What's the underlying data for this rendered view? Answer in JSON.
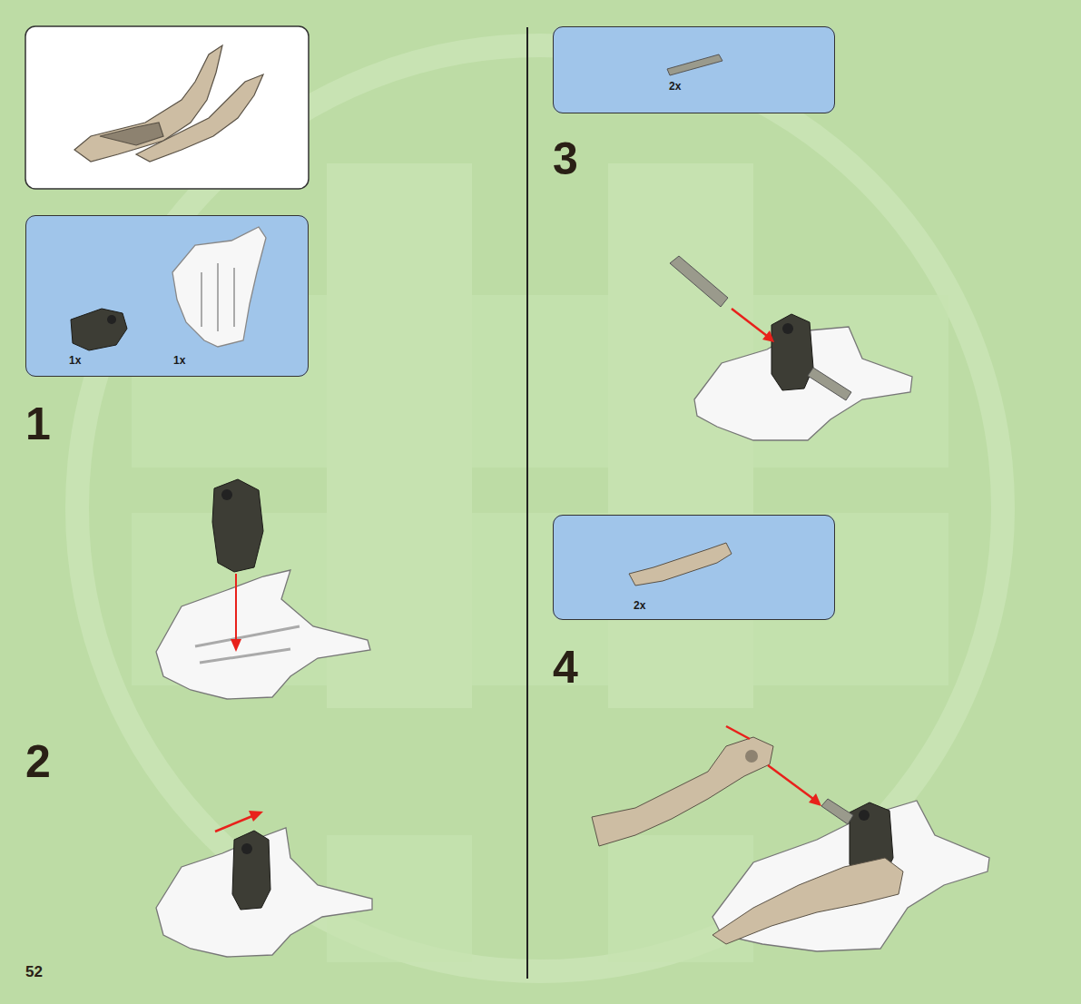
{
  "diagram": {
    "nodes": [
      {
        "text": [
          "1x",
          "1x"
        ]
      },
      {
        "text": [
          "2x"
        ]
      },
      {
        "text": [
          "2x"
        ]
      }
    ],
    "labels": [
      "1",
      "2",
      "3",
      "4",
      "52"
    ]
  }
}
